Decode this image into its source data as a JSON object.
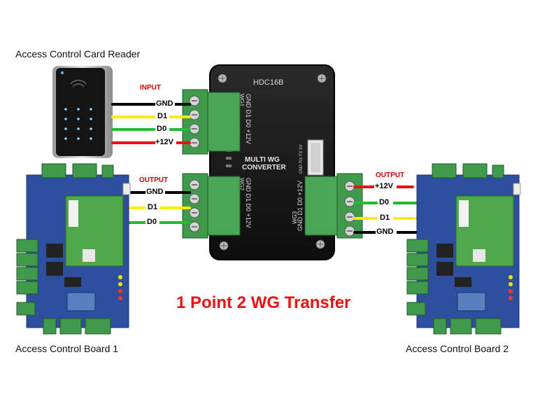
{
  "labels": {
    "card_reader": "Access Control Card Reader",
    "board1": "Access Control Board 1",
    "board2": "Access Control Board 2",
    "title": "1 Point 2 WG Transfer"
  },
  "converter": {
    "model": "HDC16B",
    "name_line1": "MULTI WG",
    "name_line2": "CONVERTER",
    "wg1": "WG1",
    "wg2": "WG2",
    "wg3": "WG3",
    "pins": "GND D1 D0 +12V",
    "uart": "GND RX TX 5V"
  },
  "input": {
    "heading": "INPUT",
    "wires": [
      "GND",
      "D1",
      "D0",
      "+12V"
    ]
  },
  "output1": {
    "heading": "OUTPUT",
    "wires": [
      "GND",
      "D1",
      "D0"
    ]
  },
  "output2": {
    "heading": "OUTPUT",
    "wires": [
      "+12V",
      "D0",
      "D1",
      "GND"
    ]
  },
  "colors": {
    "gnd": "#000000",
    "d1": "#ffee00",
    "d0": "#22bb33",
    "v12": "#ee1111",
    "heading_red": "#d40000",
    "terminal_green": "#3f9a4c",
    "board_blue": "#2d4f9e",
    "pcb_green": "#4fa84a"
  }
}
